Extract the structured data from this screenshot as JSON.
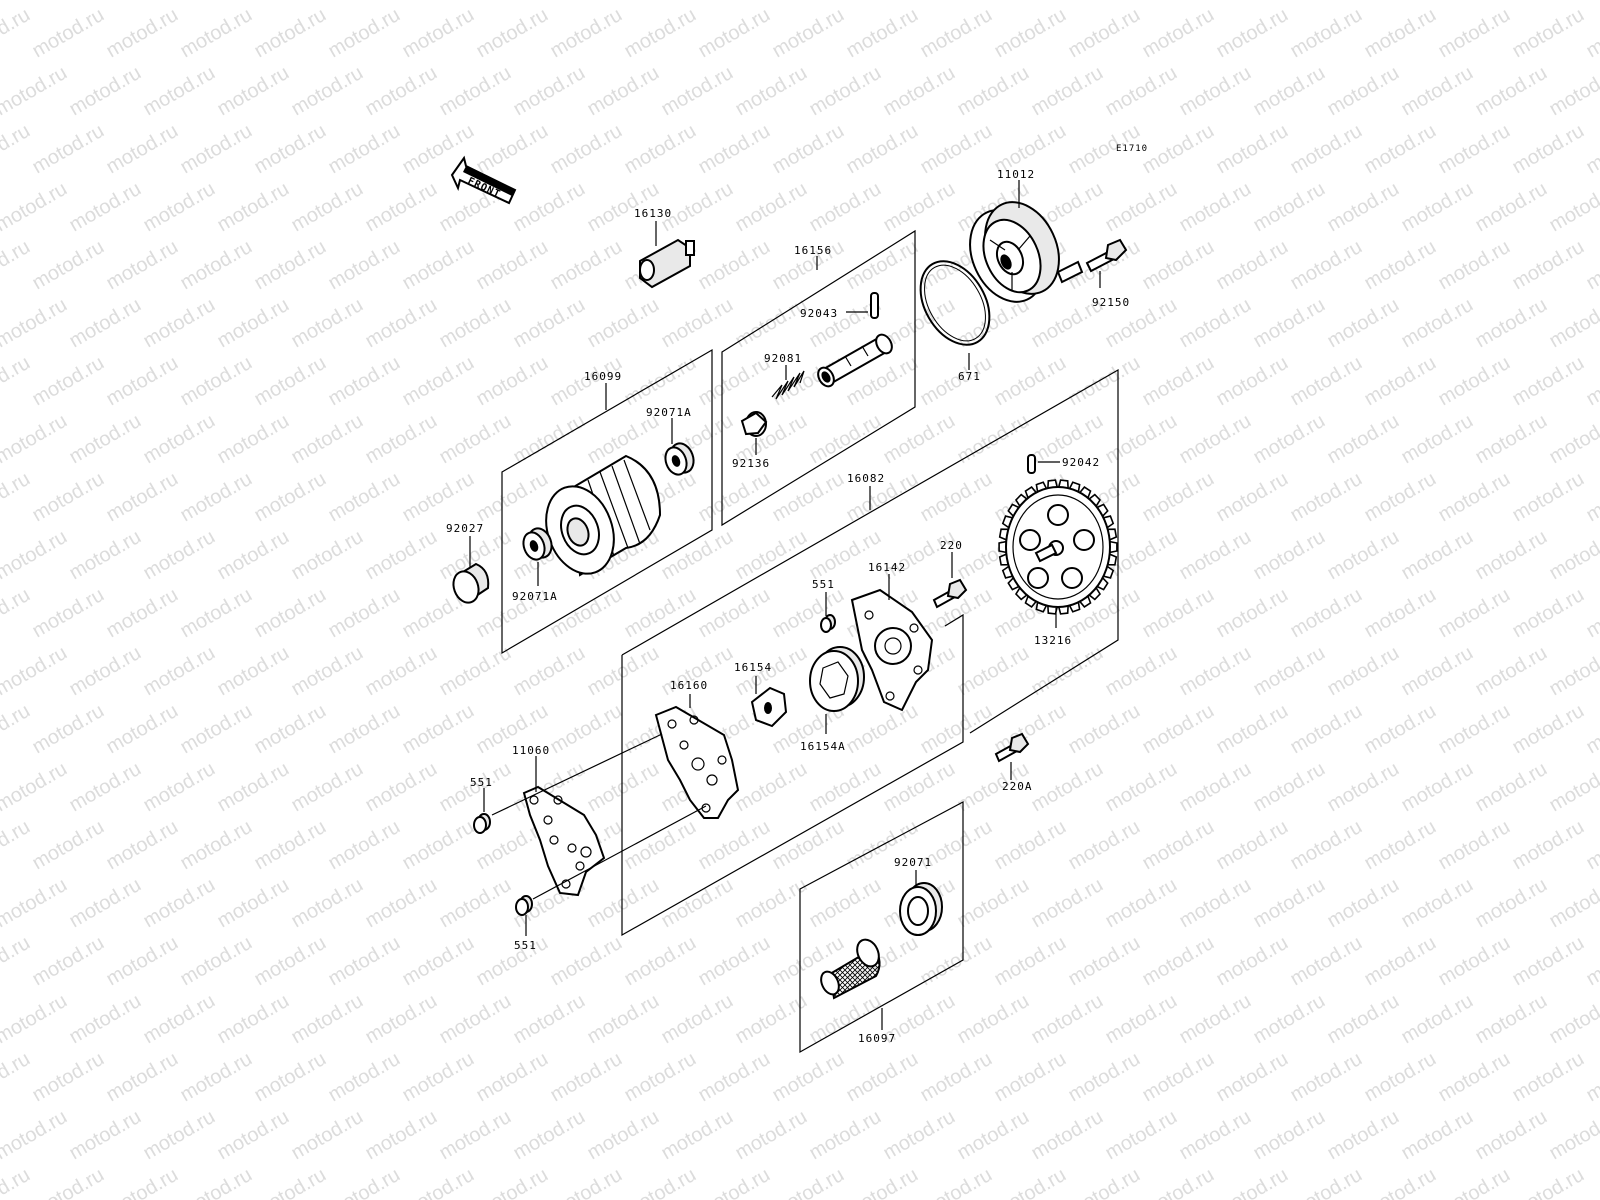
{
  "diagram": {
    "code": "E1710",
    "front_label": "FRONT",
    "watermark": "motod.ru"
  },
  "parts": {
    "p16130": "16130",
    "p16156": "16156",
    "p11012": "11012",
    "p92150": "92150",
    "p92043": "92043",
    "p92081": "92081",
    "p671": "671",
    "p16099": "16099",
    "p92071A_top": "92071A",
    "p92136": "92136",
    "p16082": "16082",
    "p92042": "92042",
    "p92027": "92027",
    "p92071A_bottom": "92071A",
    "p220": "220",
    "p16142": "16142",
    "p551_top": "551",
    "p13216": "13216",
    "p16160": "16160",
    "p16154": "16154",
    "p16154A": "16154A",
    "p11060": "11060",
    "p551_mid": "551",
    "p220A": "220A",
    "p92071": "92071",
    "p551_bottom": "551",
    "p16097": "16097"
  }
}
